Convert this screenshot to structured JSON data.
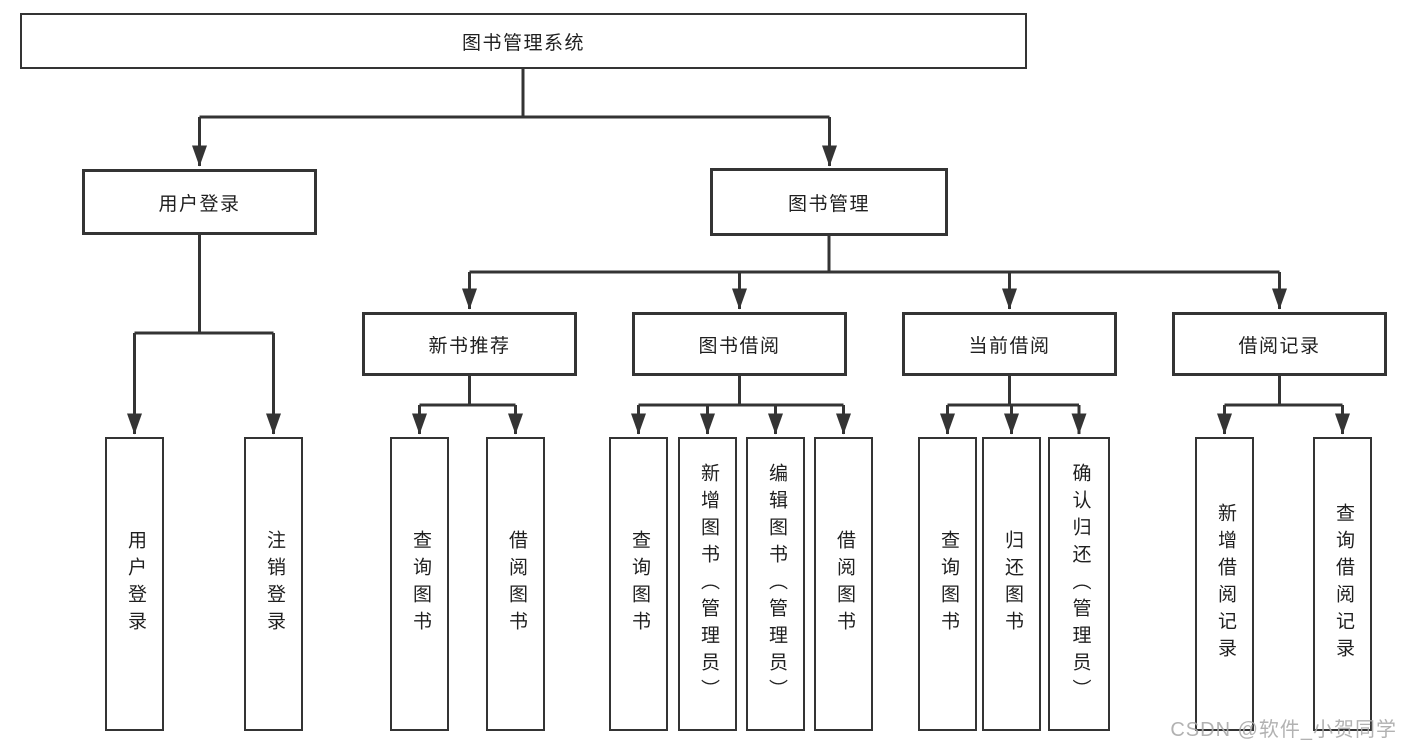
{
  "tree": {
    "label": "图书管理系统",
    "children": [
      {
        "label": "用户登录",
        "children": [
          {
            "label": "用户登录"
          },
          {
            "label": "注销登录"
          }
        ]
      },
      {
        "label": "图书管理",
        "children": [
          {
            "label": "新书推荐",
            "children": [
              {
                "label": "查询图书"
              },
              {
                "label": "借阅图书"
              }
            ]
          },
          {
            "label": "图书借阅",
            "children": [
              {
                "label": "查询图书"
              },
              {
                "label": "新增图书（管理员）"
              },
              {
                "label": "编辑图书（管理员）"
              },
              {
                "label": "借阅图书"
              }
            ]
          },
          {
            "label": "当前借阅",
            "children": [
              {
                "label": "查询图书"
              },
              {
                "label": "归还图书"
              },
              {
                "label": "确认归还（管理员）"
              }
            ]
          },
          {
            "label": "借阅记录",
            "children": [
              {
                "label": "新增借阅记录"
              },
              {
                "label": "查询借阅记录"
              }
            ]
          }
        ]
      }
    ]
  },
  "watermark": "CSDN @软件_小贺同学",
  "colors": {
    "line": "#343434",
    "text": "#1f1f1f",
    "background": "#ffffff",
    "watermark": "#aaaaaa"
  }
}
